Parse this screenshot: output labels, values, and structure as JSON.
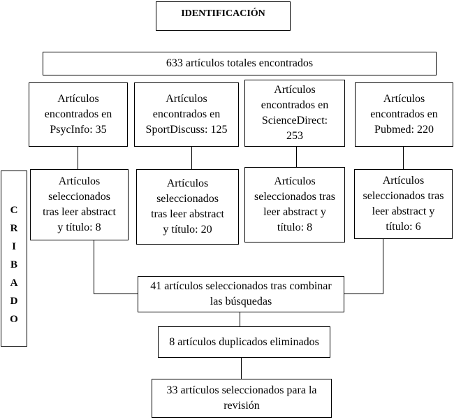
{
  "identificacion": {
    "title": "IDENTIFICACIÓN"
  },
  "total": {
    "text": "633 artículos totales encontrados"
  },
  "sources": [
    {
      "text": "Artículos\nencontrados en\nPsycInfo: 35"
    },
    {
      "text": "Artículos\nencontrados en\nSportDiscuss: 125"
    },
    {
      "text": "Artículos\nencontrados en\nScienceDirect:\n253"
    },
    {
      "text": "Artículos\nencontrados en\nPubmed: 220"
    }
  ],
  "selected": [
    {
      "text": "Artículos\nseleccionados\ntras leer abstract\ny título: 8"
    },
    {
      "text": "Artículos\nseleccionados\ntras leer abstract\ny título: 20"
    },
    {
      "text": "Artículos\nseleccionados tras\nleer abstract y\ntítulo: 8"
    },
    {
      "text": "Artículos\nseleccionados tras\nleer abstract y\ntítulo: 6"
    }
  ],
  "cribado": {
    "letters": [
      "C",
      "R",
      "I",
      "B",
      "A",
      "D",
      "O"
    ]
  },
  "combined": {
    "text": "41 artículos seleccionados tras combinar\nlas búsquedas"
  },
  "duplicates": {
    "text": "8 artículos duplicados eliminados"
  },
  "final": {
    "text": "33 artículos seleccionados para la\nrevisión"
  }
}
